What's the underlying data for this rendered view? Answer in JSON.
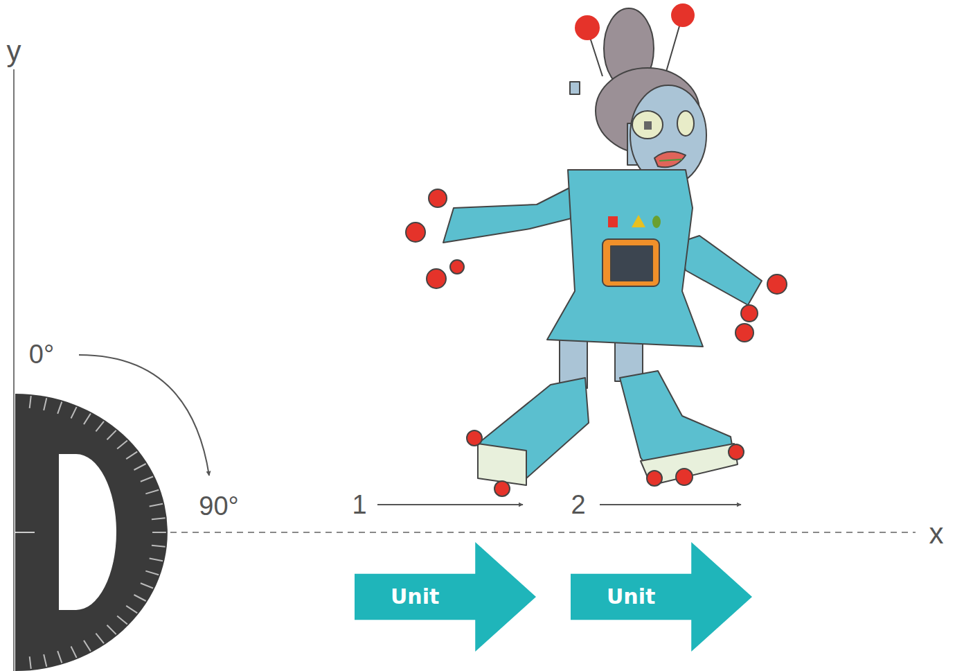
{
  "diagram": {
    "nodes": [
      {
        "text": [
          "Unit"
        ]
      },
      {
        "text": [
          "Unit"
        ]
      }
    ],
    "labels": [
      "y",
      "0°",
      "90°",
      "1",
      "2",
      "x"
    ]
  }
}
